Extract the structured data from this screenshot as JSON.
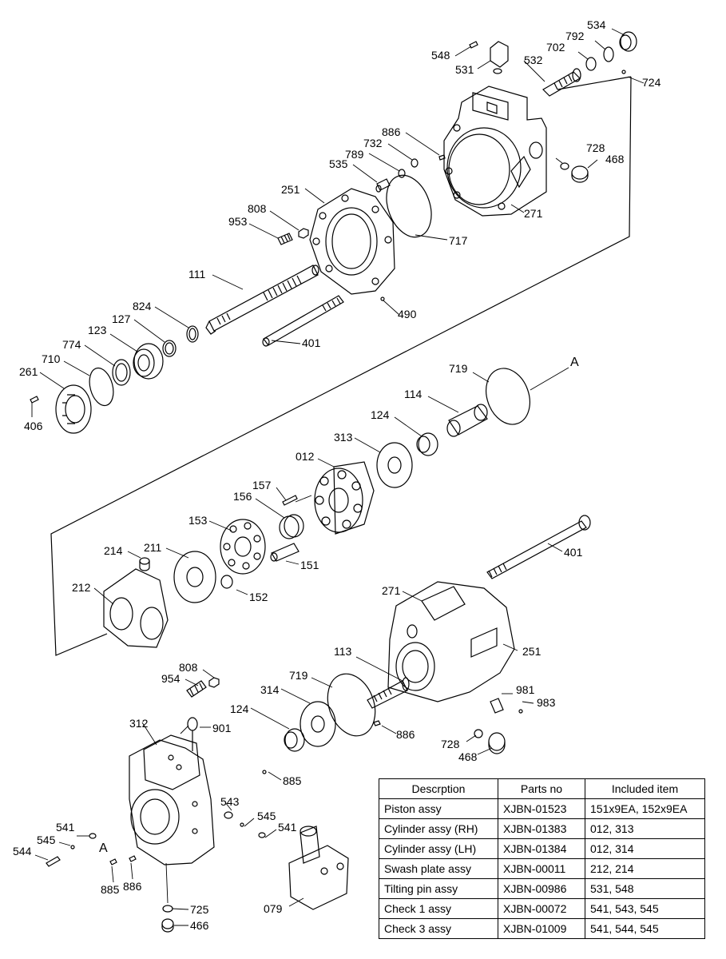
{
  "callouts": {
    "l534": "534",
    "l792": "792",
    "l702": "702",
    "l548": "548",
    "l531": "531",
    "l532": "532",
    "l724": "724",
    "l886a": "886",
    "l732": "732",
    "l789": "789",
    "l535": "535",
    "l728a": "728",
    "l468a": "468",
    "l251a": "251",
    "l271a": "271",
    "l808a": "808",
    "l953": "953",
    "l717": "717",
    "l111": "111",
    "l490": "490",
    "l401a": "401",
    "l824": "824",
    "l127": "127",
    "l123": "123",
    "l774": "774",
    "l710": "710",
    "l261": "261",
    "l406": "406",
    "l719a": "719",
    "lA1": "A",
    "l114": "114",
    "l124a": "124",
    "l313": "313",
    "l012": "012",
    "l157": "157",
    "l156": "156",
    "l153": "153",
    "l214": "214",
    "l211": "211",
    "l212": "212",
    "l151": "151",
    "l152": "152",
    "l401b": "401",
    "l271b": "271",
    "l251b": "251",
    "l113": "113",
    "l808b": "808",
    "l954": "954",
    "l719b": "719",
    "l314": "314",
    "l124b": "124",
    "l981": "981",
    "l983": "983",
    "l312": "312",
    "l901": "901",
    "l886b": "886",
    "l728b": "728",
    "l468b": "468",
    "l885a": "885",
    "l543": "543",
    "l545a": "545",
    "l541a": "541",
    "l541b": "541",
    "l545b": "545",
    "l544": "544",
    "lA2": "A",
    "l885b": "885",
    "l886c": "886",
    "l079": "079",
    "l725": "725",
    "l466": "466"
  },
  "table": {
    "headers": [
      "Descrption",
      "Parts no",
      "Included item"
    ],
    "rows": [
      [
        "Piston assy",
        "XJBN-01523",
        "151x9EA, 152x9EA"
      ],
      [
        "Cylinder assy (RH)",
        "XJBN-01383",
        "012, 313"
      ],
      [
        "Cylinder assy (LH)",
        "XJBN-01384",
        "012, 314"
      ],
      [
        "Swash plate assy",
        "XJBN-00011",
        "212, 214"
      ],
      [
        "Tilting pin assy",
        "XJBN-00986",
        "531, 548"
      ],
      [
        "Check 1 assy",
        "XJBN-00072",
        "541, 543, 545"
      ],
      [
        "Check 3 assy",
        "XJBN-01009",
        "541, 544, 545"
      ]
    ]
  }
}
